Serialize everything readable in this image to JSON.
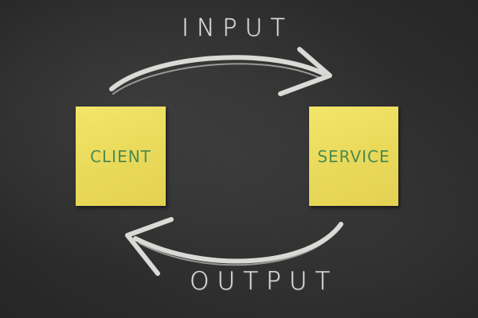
{
  "diagram": {
    "top_label": "INPUT",
    "bottom_label": "OUTPUT",
    "left_box": "CLIENT",
    "right_box": "SERVICE"
  },
  "colors": {
    "chalkboard": "#2a2a2a",
    "chalk": "#eeeeea",
    "sticky_note": "#eedf60",
    "note_text": "#4b8a4e"
  }
}
